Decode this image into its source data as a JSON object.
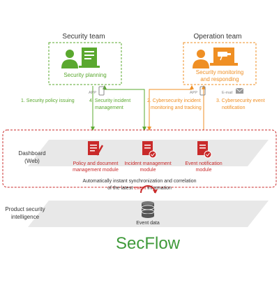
{
  "colors": {
    "green": "#5aa82e",
    "orange": "#ef8f24",
    "red": "#c92a2a",
    "gray_text": "#333333",
    "platform": "#e8e8e8"
  },
  "teams": {
    "security": {
      "title": "Security team",
      "caption": "Security planning"
    },
    "operation": {
      "title": "Operation team",
      "caption_line1": "Security monitoring",
      "caption_line2": "and responding"
    }
  },
  "flows": {
    "f1": "1. Security policy issuing",
    "f4_line1": "4. Security incident",
    "f4_line2": "management",
    "f2_line1": "2. Cybersecurity incident",
    "f2_line2": "monitoring and tracking",
    "f3_line1": "3. Cybersecurity event",
    "f3_line2": "notification",
    "app_label_left": "APP",
    "app_label_right": "APP",
    "email_label": "E-mail"
  },
  "layers": {
    "dashboard_line1": "Dashboard",
    "dashboard_line2": "(Web)",
    "intel_line1": "Product security",
    "intel_line2": "intelligence"
  },
  "modules": {
    "policy_line1": "Policy and document",
    "policy_line2": "management module",
    "incident_line1": "Incident management",
    "incident_line2": "module",
    "event_line1": "Event notification",
    "event_line2": "module"
  },
  "sync": {
    "line1": "Automatically instant synchronization and correlation",
    "line2_pre": "of the latest ",
    "line2_highlight": "event",
    "line2_post": " information"
  },
  "db": {
    "label": "Event data"
  },
  "brand": {
    "name": "SecFlow"
  },
  "icons": [
    "user-icon",
    "document-icon",
    "laptop-icon",
    "camera-icon",
    "phone-icon",
    "mail-icon",
    "database-icon",
    "refresh-icon"
  ]
}
